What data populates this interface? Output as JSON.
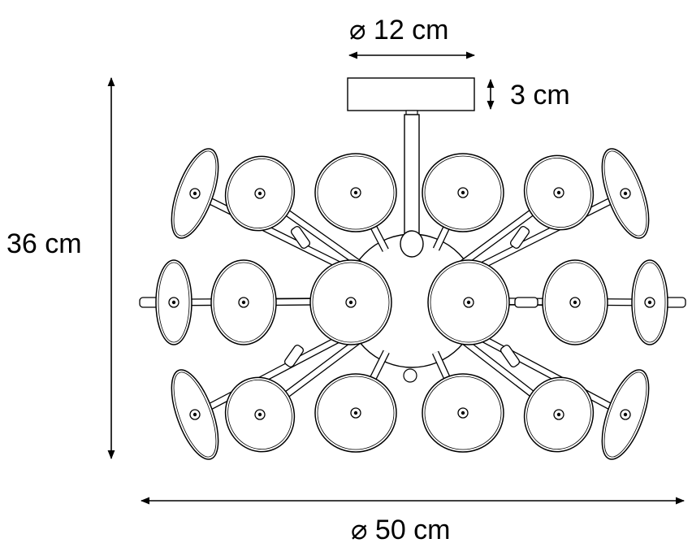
{
  "dimensions": {
    "canopy_diameter": "⌀ 12 cm",
    "canopy_height": "3 cm",
    "total_height": "36 cm",
    "total_diameter": "⌀ 50 cm"
  },
  "colors": {
    "line": "#000000",
    "fill": "#ffffff"
  }
}
